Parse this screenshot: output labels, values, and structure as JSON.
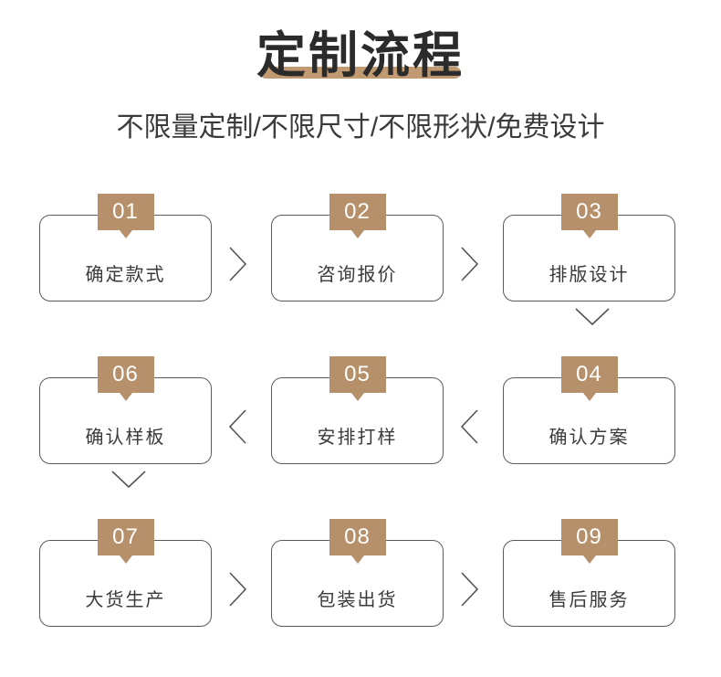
{
  "header": {
    "title": "定制流程",
    "subtitle": "不限量定制/不限尺寸/不限形状/免费设计"
  },
  "theme": {
    "accent": "#b5906a",
    "title_bar": "#c19a72",
    "card_border": "#5a5a5a",
    "text": "#3a3a3a",
    "background": "#ffffff"
  },
  "flow": {
    "rows": [
      {
        "direction": "left-to-right",
        "steps": [
          {
            "number": "01",
            "label": "确定款式"
          },
          {
            "number": "02",
            "label": "咨询报价"
          },
          {
            "number": "03",
            "label": "排版设计"
          }
        ],
        "connectors": [
          "chevron-right-icon",
          "chevron-right-icon"
        ],
        "row_end_connector": "chevron-down-icon"
      },
      {
        "direction": "right-to-left",
        "steps": [
          {
            "number": "06",
            "label": "确认样板"
          },
          {
            "number": "05",
            "label": "安排打样"
          },
          {
            "number": "04",
            "label": "确认方案"
          }
        ],
        "connectors": [
          "chevron-left-icon",
          "chevron-left-icon"
        ],
        "row_end_connector": "chevron-down-icon"
      },
      {
        "direction": "left-to-right",
        "steps": [
          {
            "number": "07",
            "label": "大货生产"
          },
          {
            "number": "08",
            "label": "包装出货"
          },
          {
            "number": "09",
            "label": "售后服务"
          }
        ],
        "connectors": [
          "chevron-right-icon",
          "chevron-right-icon"
        ],
        "row_end_connector": null
      }
    ]
  }
}
